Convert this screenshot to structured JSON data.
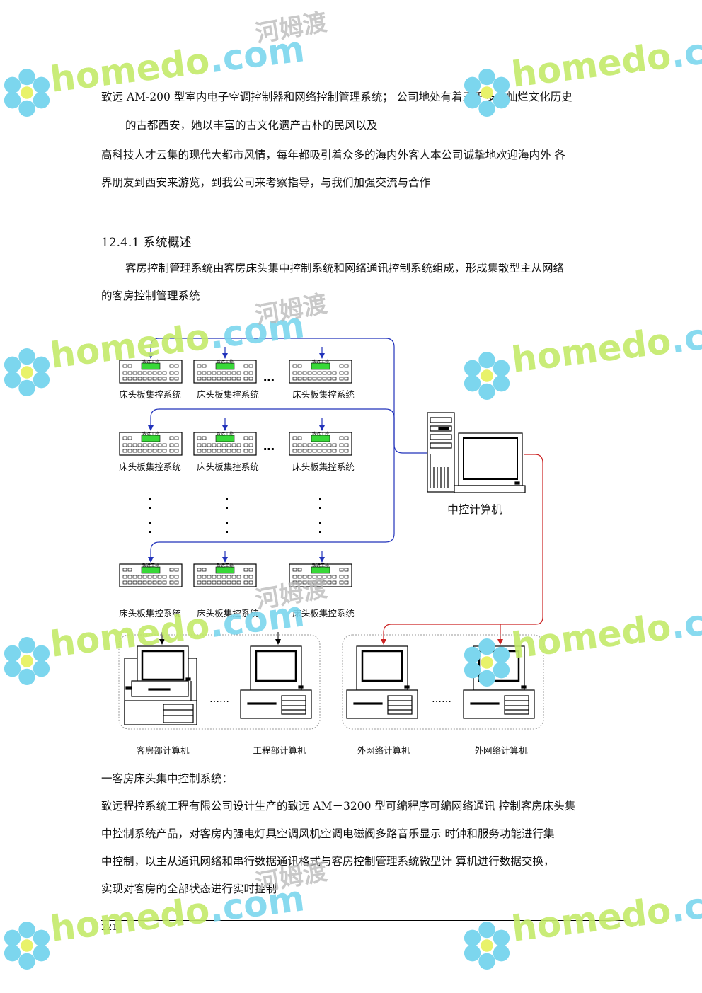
{
  "watermark": {
    "latin": "homedo",
    "suffix": ".com",
    "cn": "河姆渡"
  },
  "paragraphs": {
    "p1": "致远 AM-200 型室内电子空调控制器和网络控制管理系统；  公司地处有着三千多年灿烂文化历史",
    "p2": "的古都西安，她以丰富的古文化遗产古朴的民风以及",
    "p3": "高科技人才云集的现代大都市风情，每年都吸引着众多的海内外客人本公司诚挚地欢迎海内外  各",
    "p4": "界朋友到西安来游览，到我公司来考察指导，与我们加强交流与合作"
  },
  "section": {
    "heading": "12.4.1 系统概述",
    "p1": "客房控制管理系统由客房床头集中控制系统和网络通讯控制系统组成，形成集散型主从网络",
    "p2": "的客房控制管理系统"
  },
  "diagram": {
    "panel_label": "床头板集控系统",
    "panel_screen_text": "致远工控",
    "ellipsis_h": "…",
    "ellipsis_pc": "……",
    "central_label": "中控计算机",
    "dept_labels": [
      "客房部计算机",
      "工程部计算机",
      "外网络计算机",
      "外网络计算机"
    ],
    "colors": {
      "blue_link": "#2233bb",
      "red_link": "#cc2222",
      "screen_green": "#38d838"
    }
  },
  "body2": {
    "title": "一客房床头集中控制系统：",
    "l1": "致远程控系统工程有限公司设计生产的致远 AM－3200 型可编程序可编网络通讯  控制客房床头集",
    "l2": "中控制系统产品，对客房内强电灯具空调风机空调电磁阀多路音乐显示  时钟和服务功能进行集",
    "l3": "中控制，以主从通讯网络和串行数据通讯格式与客房控制管理系统微型计  算机进行数据交换，",
    "l4": "实现对客房的全部状态进行实时控制"
  },
  "footer": {
    "page_number": "221"
  }
}
